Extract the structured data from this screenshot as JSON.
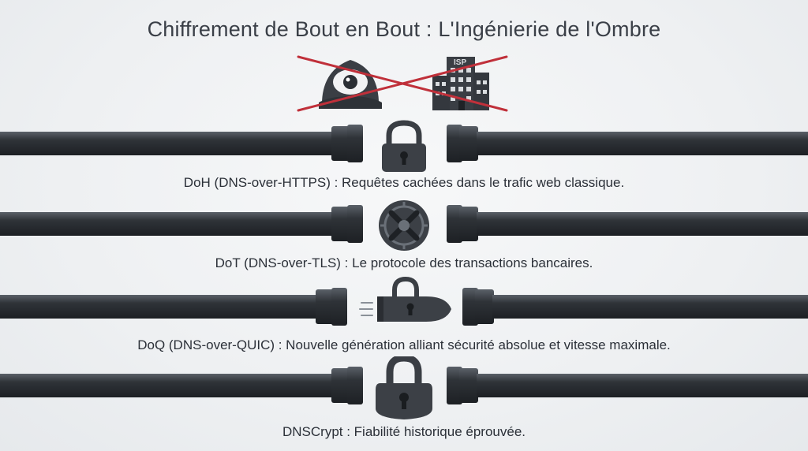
{
  "title": "Chiffrement de Bout en Bout : L'Ingénierie de l'Ombre",
  "badge_isp": "ISP",
  "icons": {
    "hacker": "hooded-eye-icon",
    "isp": "isp-building-icon",
    "cross": "red-cross-icon"
  },
  "colors": {
    "pipe": "#2f3338",
    "cross": "#c0303a",
    "icon": "#383c42"
  },
  "rows": [
    {
      "id": "doh",
      "icon": "padlock-icon",
      "caption": "DoH (DNS-over-HTTPS) : Requêtes cachées dans le trafic web classique."
    },
    {
      "id": "dot",
      "icon": "vault-dial-icon",
      "caption": "DoT (DNS-over-TLS) : Le protocole des transactions bancaires."
    },
    {
      "id": "doq",
      "icon": "speed-bullet-lock-icon",
      "caption": "DoQ (DNS-over-QUIC) : Nouvelle génération alliant sécurité absolue et vitesse maximale."
    },
    {
      "id": "dnscrypt",
      "icon": "heavy-padlock-icon",
      "caption": "DNSCrypt : Fiabilité historique éprouvée."
    }
  ]
}
